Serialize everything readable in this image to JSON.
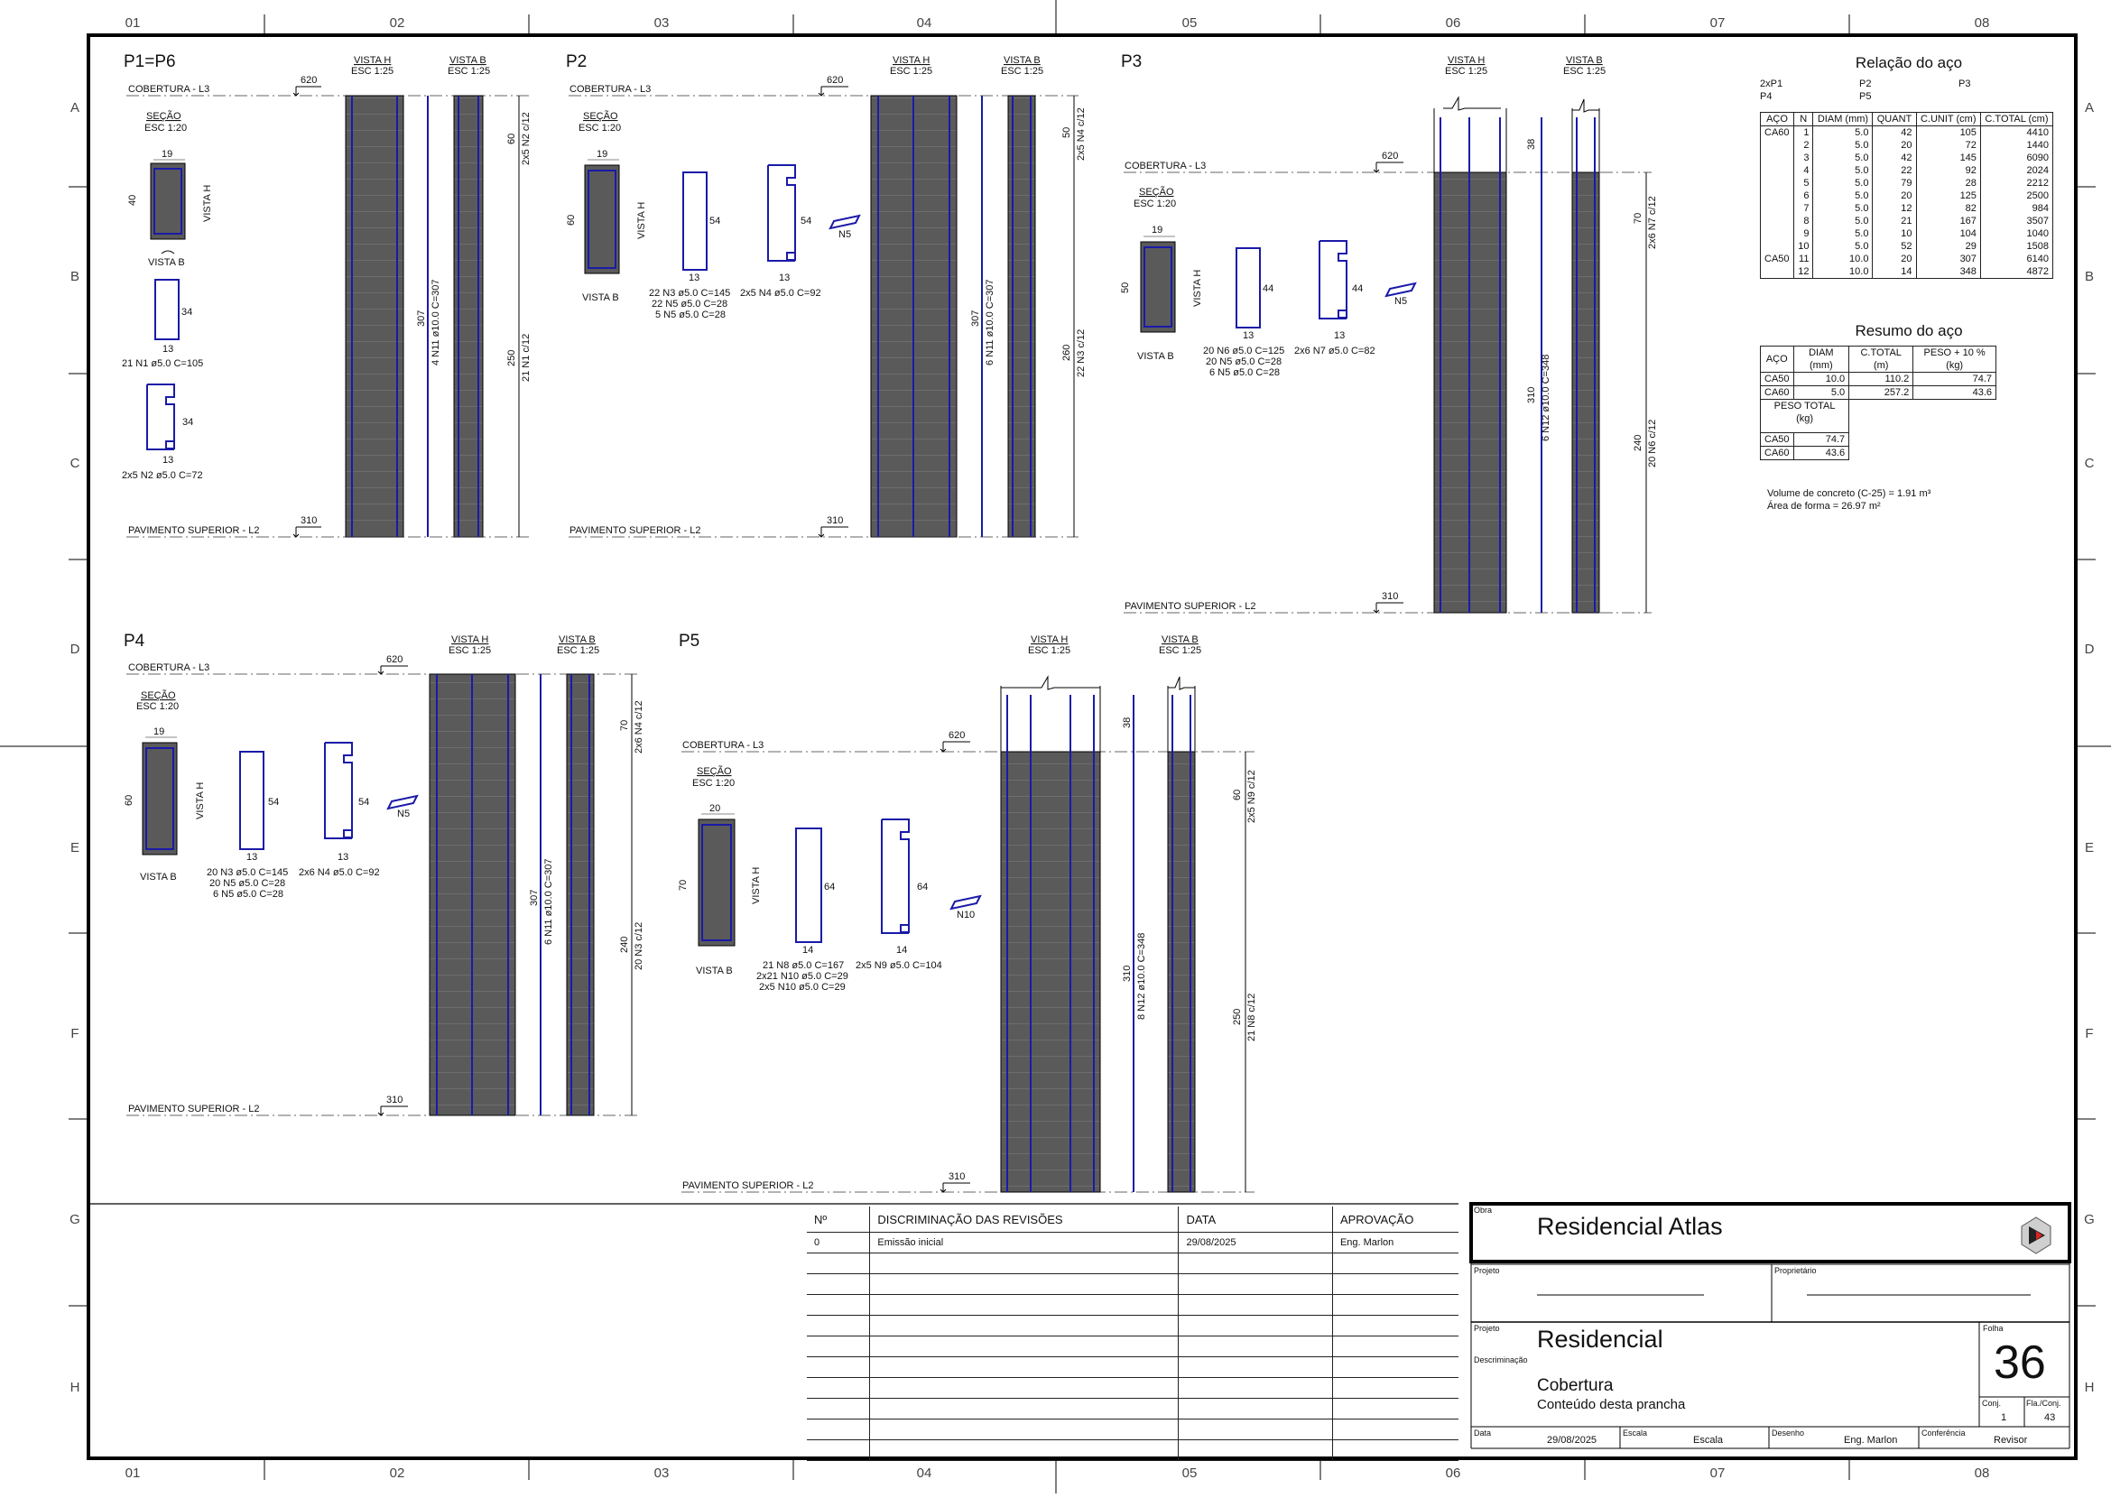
{
  "grid": {
    "cols": [
      "01",
      "02",
      "03",
      "04",
      "05",
      "06",
      "07",
      "08"
    ],
    "rows": [
      "A",
      "B",
      "C",
      "D",
      "E",
      "F",
      "G",
      "H"
    ]
  },
  "labels": {
    "cobertura": "COBERTURA - L3",
    "pavimento": "PAVIMENTO SUPERIOR - L2",
    "lvl_top": "620",
    "lvl_bot": "310",
    "vista_h": "VISTA H",
    "vista_b": "VISTA B",
    "esc_vista": "ESC 1:25",
    "secao": "SEÇÃO",
    "esc_secao": "ESC 1:20"
  },
  "pillars": {
    "p1": {
      "title": "P1=P6",
      "sec_w": "19",
      "sec_h": "40",
      "stir1_h": "34",
      "stir1_w": "13",
      "stir1_spec": "21 N1 ø5.0  C=105",
      "stir2_h": "34",
      "stir2_w": "13",
      "stir2_spec": "2x5 N2 ø5.0  C=72",
      "height": "307",
      "bar": "4 N11 ø10.0  C=307",
      "dim_top": "60",
      "dim_top_lbl": "2x5 N2 c/12",
      "dim_bot": "250",
      "dim_bot_lbl": "21 N1 c/12"
    },
    "p2": {
      "title": "P2",
      "sec_w": "19",
      "sec_h": "60",
      "stir1_h": "54",
      "stir1_w": "13",
      "stir2_h": "54",
      "stir2_w": "13",
      "spec1": "22 N3 ø5.0  C=145",
      "spec2": "22 N5 ø5.0  C=28",
      "spec3": "5 N5 ø5.0  C=28",
      "spec4": "2x5 N4 ø5.0  C=92",
      "hook": "N5",
      "height": "307",
      "bar": "6 N11 ø10.0  C=307",
      "dim_top": "50",
      "dim_top_lbl": "2x5 N4 c/12",
      "dim_bot": "260",
      "dim_bot_lbl": "22 N3 c/12"
    },
    "p3": {
      "title": "P3",
      "sec_w": "19",
      "sec_h": "50",
      "stir1_h": "44",
      "stir1_w": "13",
      "stir2_h": "44",
      "stir2_w": "13",
      "spec1": "20 N6 ø5.0  C=125",
      "spec2": "20 N5 ø5.0  C=28",
      "spec3": "6 N5 ø5.0  C=28",
      "spec4": "2x6 N7 ø5.0  C=82",
      "hook": "N5",
      "above": "38",
      "height": "310",
      "bar": "6 N12 ø10.0  C=348",
      "dim_top": "70",
      "dim_top_lbl": "2x6 N7 c/12",
      "dim_bot": "240",
      "dim_bot_lbl": "20 N6 c/12"
    },
    "p4": {
      "title": "P4",
      "sec_w": "19",
      "sec_h": "60",
      "stir1_h": "54",
      "stir1_w": "13",
      "stir2_h": "54",
      "stir2_w": "13",
      "spec1": "20 N3 ø5.0  C=145",
      "spec2": "20 N5 ø5.0  C=28",
      "spec3": "6 N5 ø5.0  C=28",
      "spec4": "2x6 N4 ø5.0  C=92",
      "hook": "N5",
      "height": "307",
      "bar": "6 N11 ø10.0  C=307",
      "dim_top": "70",
      "dim_top_lbl": "2x6 N4 c/12",
      "dim_bot": "240",
      "dim_bot_lbl": "20 N3 c/12"
    },
    "p5": {
      "title": "P5",
      "sec_w": "20",
      "sec_h": "70",
      "stir1_h": "64",
      "stir1_w": "14",
      "stir2_h": "64",
      "stir2_w": "14",
      "spec1": "21 N8 ø5.0  C=167",
      "spec2": "2x21 N10 ø5.0  C=29",
      "spec3": "2x5 N10 ø5.0  C=29",
      "spec4": "2x5 N9 ø5.0  C=104",
      "hook": "N10",
      "above": "38",
      "height": "310",
      "bar": "8 N12 ø10.0  C=348",
      "dim_top": "60",
      "dim_top_lbl": "2x5 N9 c/12",
      "dim_bot": "250",
      "dim_bot_lbl": "21 N8 c/12"
    }
  },
  "relacao": {
    "title": "Relação do aço",
    "tags": [
      "2xP1",
      "P2",
      "P3",
      "P4",
      "P5"
    ],
    "headers": [
      "AÇO",
      "N",
      "DIAM (mm)",
      "QUANT",
      "C.UNIT (cm)",
      "C.TOTAL (cm)"
    ],
    "rows": [
      [
        "CA60",
        "1",
        "5.0",
        "42",
        "105",
        "4410"
      ],
      [
        "",
        "2",
        "5.0",
        "20",
        "72",
        "1440"
      ],
      [
        "",
        "3",
        "5.0",
        "42",
        "145",
        "6090"
      ],
      [
        "",
        "4",
        "5.0",
        "22",
        "92",
        "2024"
      ],
      [
        "",
        "5",
        "5.0",
        "79",
        "28",
        "2212"
      ],
      [
        "",
        "6",
        "5.0",
        "20",
        "125",
        "2500"
      ],
      [
        "",
        "7",
        "5.0",
        "12",
        "82",
        "984"
      ],
      [
        "",
        "8",
        "5.0",
        "21",
        "167",
        "3507"
      ],
      [
        "",
        "9",
        "5.0",
        "10",
        "104",
        "1040"
      ],
      [
        "",
        "10",
        "5.0",
        "52",
        "29",
        "1508"
      ],
      [
        "CA50",
        "11",
        "10.0",
        "20",
        "307",
        "6140"
      ],
      [
        "",
        "12",
        "10.0",
        "14",
        "348",
        "4872"
      ]
    ]
  },
  "resumo": {
    "title": "Resumo do aço",
    "headers": [
      "AÇO",
      "DIAM (mm)",
      "C.TOTAL (m)",
      "PESO + 10 % (kg)"
    ],
    "rows": [
      [
        "CA50",
        "10.0",
        "110.2",
        "74.7"
      ],
      [
        "CA60",
        "5.0",
        "257.2",
        "43.6"
      ]
    ],
    "peso_header": "PESO TOTAL (kg)",
    "peso_rows": [
      [
        "CA50",
        "74.7"
      ],
      [
        "CA60",
        "43.6"
      ]
    ]
  },
  "notes": {
    "volume": "Volume de concreto (C-25) = 1.91 m³",
    "area": "Área de forma = 26.97 m²"
  },
  "revisions": {
    "headers": [
      "Nº",
      "DISCRIMINAÇÃO DAS REVISÕES",
      "DATA",
      "APROVAÇÃO"
    ],
    "rows": [
      [
        "0",
        "Emissão inicial",
        "29/08/2025",
        "Eng. Marlon"
      ]
    ]
  },
  "titleblock": {
    "obra_lbl": "Obra",
    "obra": "Residencial Atlas",
    "projeto_lbl": "Projeto",
    "proprietario_lbl": "Proprietário",
    "projeto2_lbl": "Projeto",
    "projeto2": "Residencial",
    "folha_lbl": "Folha",
    "folha": "36",
    "discr_lbl": "Descriminação",
    "discr1": "Cobertura",
    "discr2": "Conteúdo desta prancha",
    "conj_lbl": "Conj.",
    "conj": "1",
    "flaconj_lbl": "Fla./Conj.",
    "flaconj": "43",
    "data_lbl": "Data",
    "data": "29/08/2025",
    "escala_lbl": "Escala",
    "escala": "Escala",
    "desenho_lbl": "Desenho",
    "desenho": "Eng. Marlon",
    "conf_lbl": "Conferência",
    "conf": "Revisor"
  }
}
